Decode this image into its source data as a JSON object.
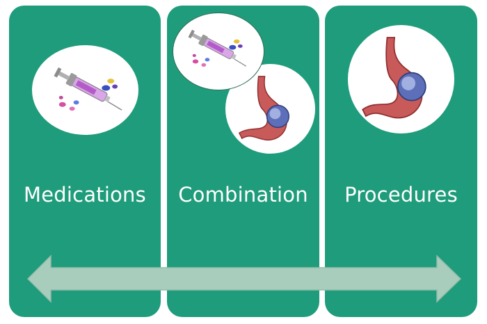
{
  "panels": [
    {
      "label": "Medications",
      "icons": [
        "syringe-pills-icon"
      ]
    },
    {
      "label": "Combination",
      "icons": [
        "syringe-pills-icon",
        "stomach-balloon-icon"
      ]
    },
    {
      "label": "Procedures",
      "icons": [
        "stomach-balloon-icon"
      ]
    }
  ],
  "colors": {
    "panel": "#1f9c7b",
    "arrow_fill": "#a9cdbc",
    "arrow_stroke": "#93bba9",
    "label_text": "#ffffff"
  },
  "arrow": {
    "direction": "bidirectional",
    "icon": "double-headed-arrow-icon"
  }
}
